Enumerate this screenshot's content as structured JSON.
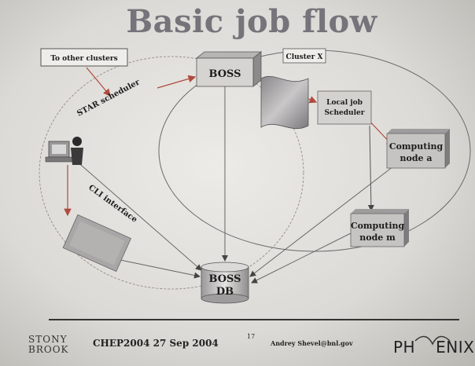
{
  "slide": {
    "title": "Basic job flow",
    "nodes": {
      "other_clusters": "To other clusters",
      "star_scheduler": "STAR scheduler",
      "boss": "BOSS",
      "cluster_x": "Cluster X",
      "local_job_scheduler_line1": "Local job",
      "local_job_scheduler_line2": "Scheduler",
      "computing_node_a_line1": "Computing",
      "computing_node_a_line2": "node a",
      "computing_node_m_line1": "Computing",
      "computing_node_m_line2": "node m",
      "cli_interface": "CLI interface",
      "boss_db_line1": "BOSS",
      "boss_db_line2": "DB"
    },
    "footer": {
      "logo_line1": "STONY",
      "logo_line2": "BROOK",
      "conference": "CHEP2004 27 Sep 2004",
      "page_number": "17",
      "author": "Andrey Shevel@bnl.gov",
      "phenix_left": "PH",
      "phenix_right": "ENIX"
    }
  },
  "colors": {
    "arrow_red": "#b04a3e",
    "box_fill": "#d6d4d0",
    "title_color": "#76737a"
  }
}
